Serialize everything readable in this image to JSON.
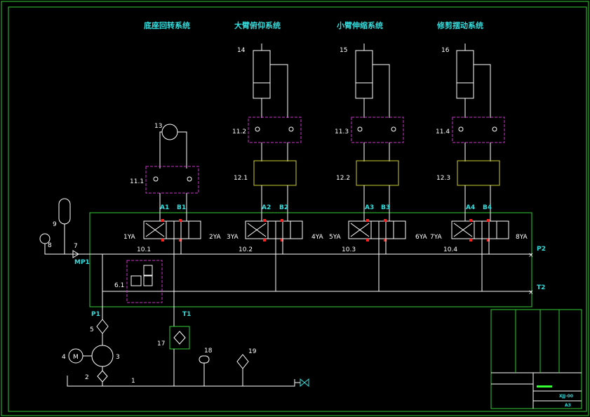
{
  "subsystem_titles": [
    "底座回转系统",
    "大臂俯仰系统",
    "小臂伸缩系统",
    "修剪摆动系统"
  ],
  "components": {
    "c1": "1",
    "c2": "2",
    "c3": "3",
    "c4": "4",
    "c5": "5",
    "c6": "6.1",
    "c7": "7",
    "c8": "8",
    "c9": "9",
    "v10_1": "10.1",
    "v10_2": "10.2",
    "v10_3": "10.3",
    "v10_4": "10.4",
    "v11_1": "11.1",
    "v11_2": "11.2",
    "v11_3": "11.3",
    "v11_4": "11.4",
    "v12_1": "12.1",
    "v12_2": "12.2",
    "v12_3": "12.3",
    "motor13": "13",
    "cyl14": "14",
    "cyl15": "15",
    "cyl16": "16",
    "c17": "17",
    "c18": "18",
    "c19": "19"
  },
  "ports": {
    "A1": "A1",
    "B1": "B1",
    "A2": "A2",
    "B2": "B2",
    "A3": "A3",
    "B3": "B3",
    "A4": "A4",
    "B4": "B4",
    "P1": "P1",
    "T1": "T1",
    "P2": "P2",
    "T2": "T2",
    "MP1": "MP1"
  },
  "solenoids": [
    "1YA",
    "2YA",
    "3YA",
    "4YA",
    "5YA",
    "6YA",
    "7YA",
    "8YA"
  ],
  "pump_motor_symbol": "M",
  "title_block": {
    "drawing_no": "XJJ-00",
    "sheet": "A3"
  },
  "colors": {
    "background": "#000000",
    "frame": "#33cc33",
    "lines": "#ffffff",
    "subassembly": "#cc33cc",
    "valve_body": "#cccc33",
    "labels": "#33dddd",
    "ports_marker": "#ff2222"
  }
}
